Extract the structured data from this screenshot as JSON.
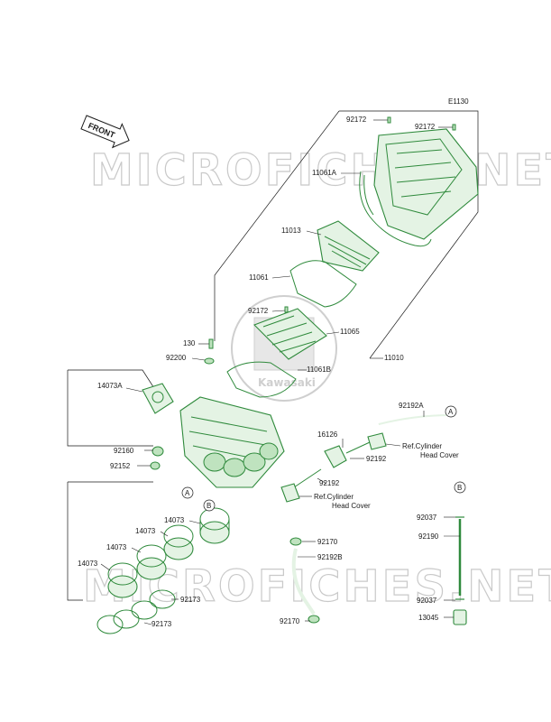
{
  "diagram_code": "E1130",
  "front_tag": "FRONT",
  "watermark_text": "MICROFICHES.NET",
  "logo_text": "Kawasaki",
  "colors": {
    "part_stroke": "#2f8a3c",
    "part_fill": "#e4f3e4",
    "watermark": "#c9c9c9"
  },
  "callouts": {
    "a": "A",
    "b": "B"
  },
  "parts": {
    "p92172_top_a": "92172",
    "p92172_top_b": "92172",
    "p11061A": "11061A",
    "p11013": "11013",
    "p11061": "11061",
    "p92172_mid": "92172",
    "p11065": "11065",
    "p130": "130",
    "p92200": "92200",
    "p11010": "11010",
    "p11061B": "11061B",
    "p14073A": "14073A",
    "p92192A": "92192A",
    "p16126": "16126",
    "ref_cyl_1": "Ref.Cylinder",
    "ref_cyl_1b": "Head Cover",
    "p92192_a": "92192",
    "p92160": "92160",
    "p92152": "92152",
    "p92192_b": "92192",
    "ref_cyl_2": "Ref.Cylinder",
    "ref_cyl_2b": "Head Cover",
    "p14073_a": "14073",
    "p14073_b": "14073",
    "p14073_c": "14073",
    "p14073_d": "14073",
    "p92170_a": "92170",
    "p92192B": "92192B",
    "p92037_a": "92037",
    "p92190": "92190",
    "p92173_a": "92173",
    "p92173_b": "92173",
    "p92037_b": "92037",
    "p13045": "13045",
    "p92170_b": "92170"
  }
}
